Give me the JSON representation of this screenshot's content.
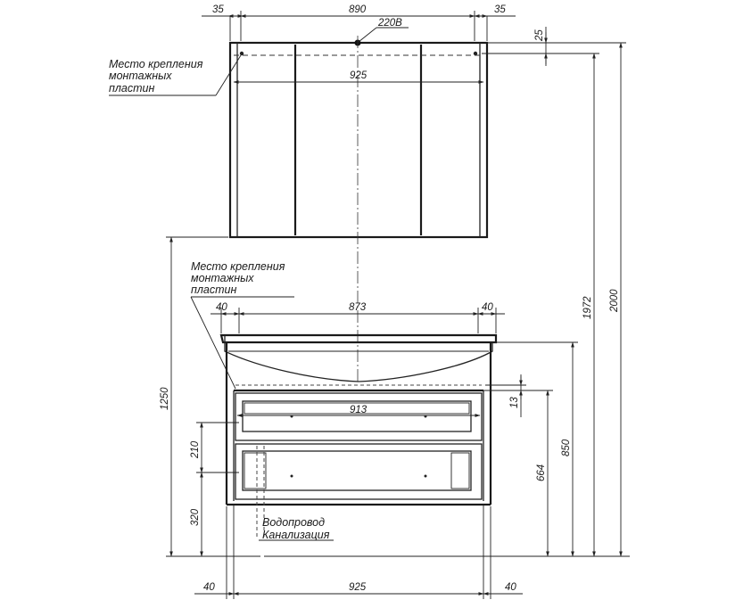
{
  "cabinet": {
    "dim_left": "35",
    "dim_width": "890",
    "dim_right": "35",
    "dim_power": "220В",
    "dim_top": "25",
    "dim_inner": "925",
    "note_mount_line1": "Место крепления",
    "note_mount_line2": "монтажных",
    "note_mount_line3": "пластин"
  },
  "vanity": {
    "note_mount_line1": "Место крепления",
    "note_mount_line2": "монтажных",
    "note_mount_line3": "пластин",
    "dim_top_left": "40",
    "dim_top_width": "873",
    "dim_top_right": "40",
    "dim_drawer": "913",
    "dim_13": "13",
    "dim_210": "210",
    "dim_320": "320",
    "dim_1250": "1250",
    "dim_664": "664",
    "dim_850": "850",
    "dim_1972": "1972",
    "dim_2000": "2000",
    "note_water": "Водопровод",
    "note_drain": "Канализация",
    "dim_bottom_left": "40",
    "dim_bottom_width": "925",
    "dim_bottom_right": "40"
  }
}
